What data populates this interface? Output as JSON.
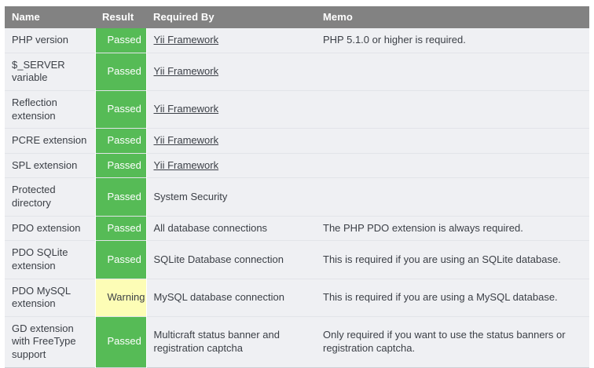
{
  "table": {
    "columns": [
      {
        "key": "name",
        "label": "Name"
      },
      {
        "key": "result",
        "label": "Result"
      },
      {
        "key": "required",
        "label": "Required By"
      },
      {
        "key": "memo",
        "label": "Memo"
      }
    ],
    "colors": {
      "header_bg": "#828282",
      "header_text": "#ffffff",
      "row_bg": "#eff0f3",
      "row_border": "#e2e4e9",
      "passed_bg": "#56bb56",
      "passed_text": "#ffffff",
      "warning_bg": "#fdfdb6",
      "warning_text": "#3b3f46",
      "body_text": "#3b3f46"
    },
    "rows": [
      {
        "name": "PHP version",
        "result": "Passed",
        "status": "passed",
        "required": "Yii Framework",
        "required_is_link": true,
        "memo": "PHP 5.1.0 or higher is required."
      },
      {
        "name": "$_SERVER variable",
        "result": "Passed",
        "status": "passed",
        "required": "Yii Framework",
        "required_is_link": true,
        "memo": ""
      },
      {
        "name": "Reflection extension",
        "result": "Passed",
        "status": "passed",
        "required": "Yii Framework",
        "required_is_link": true,
        "memo": ""
      },
      {
        "name": "PCRE extension",
        "result": "Passed",
        "status": "passed",
        "required": "Yii Framework",
        "required_is_link": true,
        "memo": ""
      },
      {
        "name": "SPL extension",
        "result": "Passed",
        "status": "passed",
        "required": "Yii Framework",
        "required_is_link": true,
        "memo": ""
      },
      {
        "name": "Protected directory",
        "result": "Passed",
        "status": "passed",
        "required": "System Security",
        "required_is_link": false,
        "memo": ""
      },
      {
        "name": "PDO extension",
        "result": "Passed",
        "status": "passed",
        "required": "All database connections",
        "required_is_link": false,
        "memo": "The PHP PDO extension is always required."
      },
      {
        "name": "PDO SQLite extension",
        "result": "Passed",
        "status": "passed",
        "required": "SQLite Database connection",
        "required_is_link": false,
        "memo": "This is required if you are using an SQLite database."
      },
      {
        "name": "PDO MySQL extension",
        "result": "Warning",
        "status": "warning",
        "required": "MySQL database connection",
        "required_is_link": false,
        "memo": "This is required if you are using a MySQL database."
      },
      {
        "name": "GD extension with FreeType support",
        "result": "Passed",
        "status": "passed",
        "required": "Multicraft status banner and registration captcha",
        "required_is_link": false,
        "memo": "Only required if you want to use the status banners or registration captcha."
      }
    ]
  }
}
